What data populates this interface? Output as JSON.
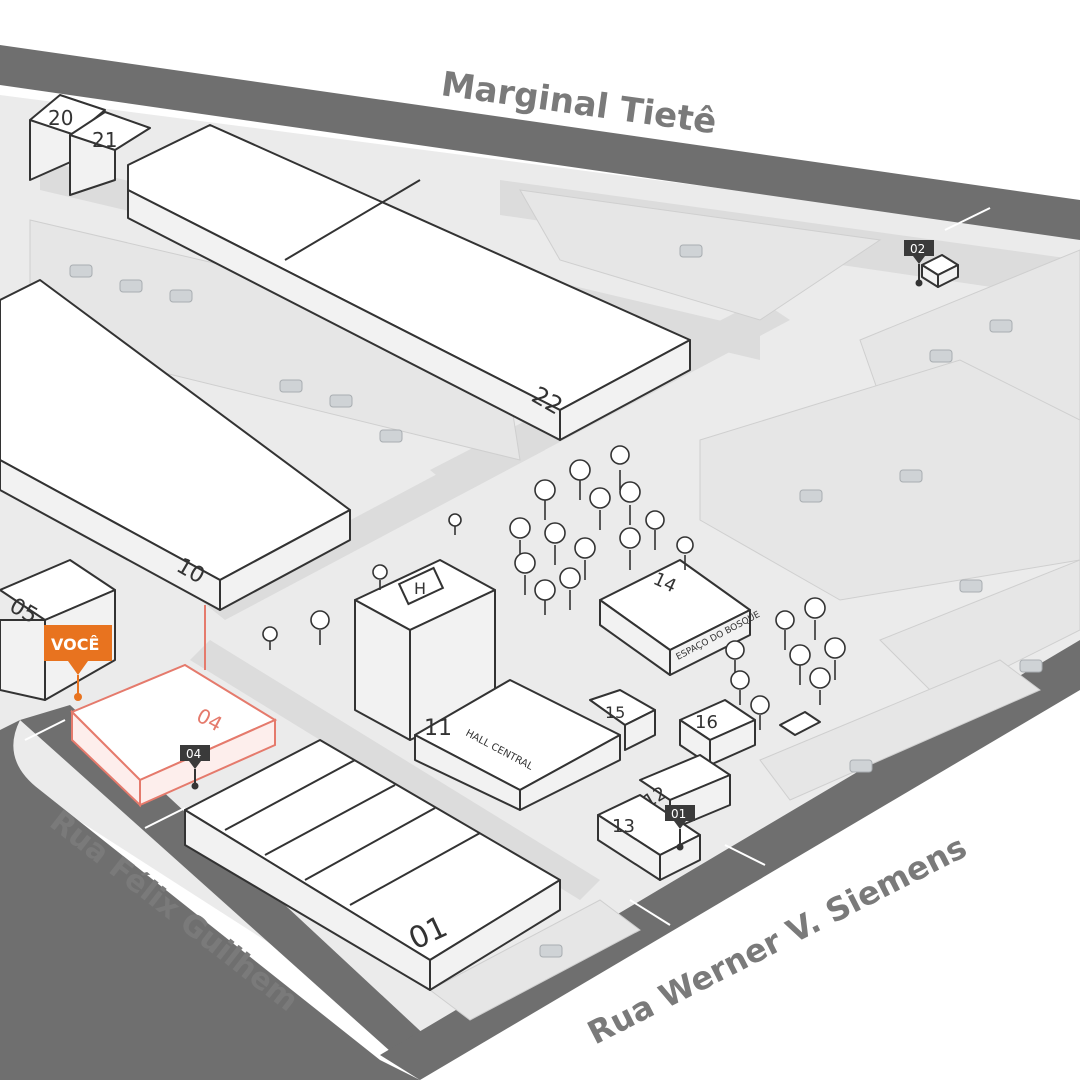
{
  "streets": {
    "north": "Marginal Tietê",
    "southwest": "Rua Félix Guilhem",
    "southeast": "Rua Werner V. Siemens"
  },
  "buildings": [
    {
      "id": "b20",
      "label": "20"
    },
    {
      "id": "b21",
      "label": "21"
    },
    {
      "id": "b22",
      "label": "22"
    },
    {
      "id": "b10",
      "label": "10"
    },
    {
      "id": "b05",
      "label": "05"
    },
    {
      "id": "b04",
      "label": "04"
    },
    {
      "id": "b01",
      "label": "01"
    },
    {
      "id": "b11",
      "label": "11"
    },
    {
      "id": "b11sub",
      "label": "HALL CENTRAL"
    },
    {
      "id": "b14",
      "label": "14"
    },
    {
      "id": "b14sub",
      "label": "ESPAÇO DO BOSQUE"
    },
    {
      "id": "b15",
      "label": "15"
    },
    {
      "id": "b16",
      "label": "16"
    },
    {
      "id": "b12",
      "label": "12"
    },
    {
      "id": "b13",
      "label": "13"
    },
    {
      "id": "heli",
      "label": "H"
    }
  ],
  "gates": [
    {
      "id": "gate02",
      "label": "02"
    },
    {
      "id": "gate04",
      "label": "04"
    },
    {
      "id": "gate01",
      "label": "01"
    }
  ],
  "you_are_here": {
    "label": "VOCÊ",
    "color": "#e8731f"
  },
  "colors": {
    "road": "#6f6f6f",
    "highlight": "#e57a6c",
    "marker": "#e8731f",
    "gate_marker": "#3a3a3a"
  }
}
